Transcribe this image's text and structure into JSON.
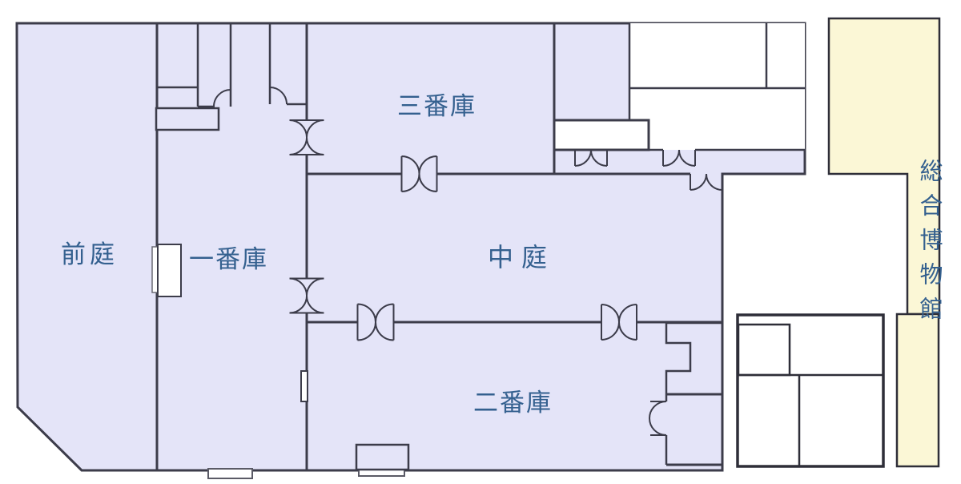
{
  "diagram": {
    "type": "floor-plan",
    "rooms": {
      "front_yard": {
        "label": "前庭"
      },
      "warehouse1": {
        "label": "一番庫"
      },
      "warehouse2": {
        "label": "二番庫"
      },
      "warehouse3": {
        "label": "三番庫"
      },
      "courtyard": {
        "label": "中庭"
      },
      "museum": {
        "label": "総合博物館"
      }
    },
    "symbols": [
      "swing-door-icon",
      "double-door-icon",
      "bowtie-double-door-icon"
    ],
    "colors": {
      "room_fill": "#e4e4f8",
      "annex_fill": "#fbf7d6",
      "white_room_fill": "#ffffff",
      "wall": "#3c3c4a",
      "label_text": "#34608f",
      "background": "#ffffff"
    }
  }
}
